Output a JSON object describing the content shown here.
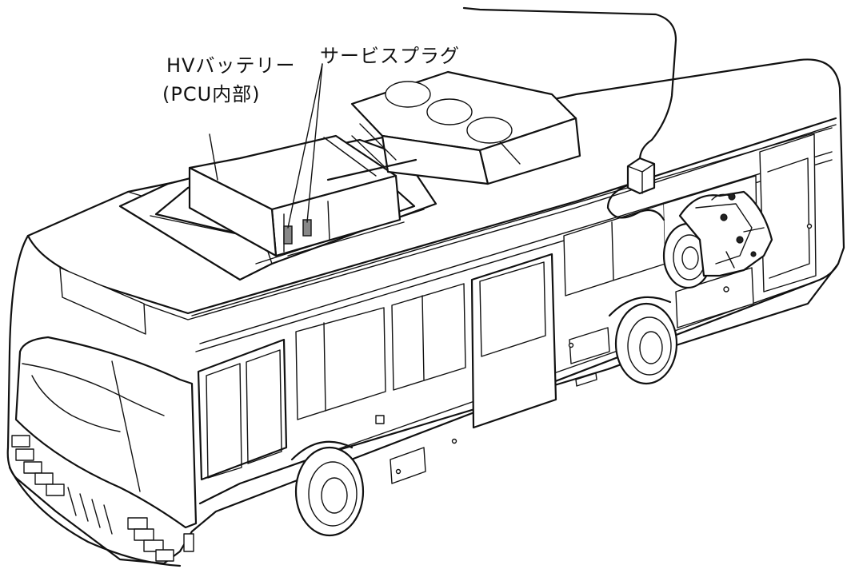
{
  "labels": {
    "hv_battery": "HVバッテリー",
    "hv_battery_location": "(PCU内部)",
    "service_plug": "サービスプラグ"
  }
}
